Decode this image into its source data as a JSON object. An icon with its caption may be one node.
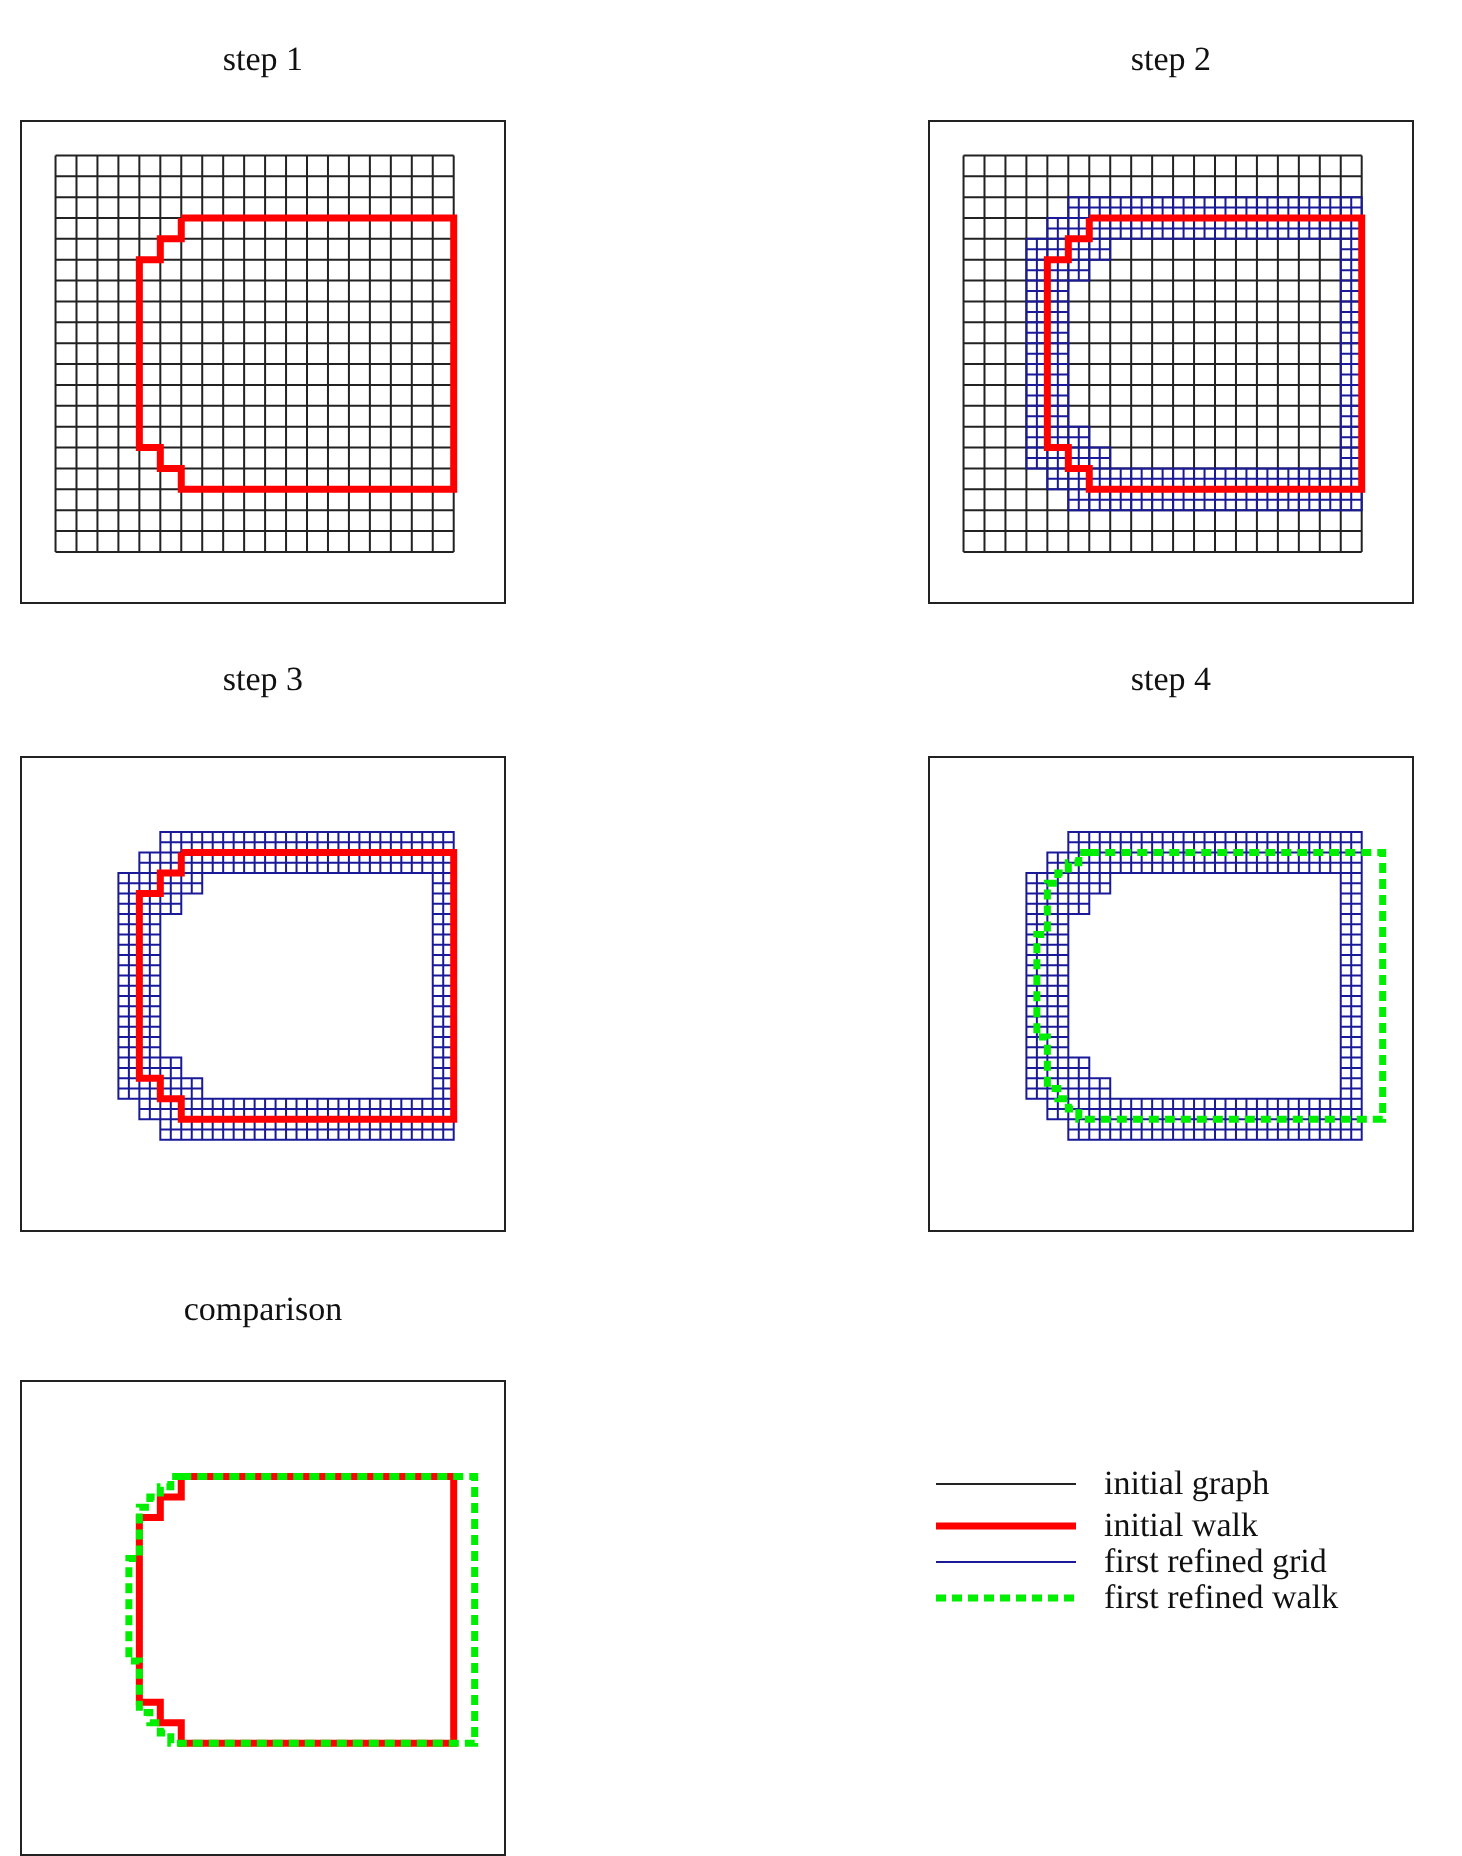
{
  "diagram": {
    "nodes": [
      {
        "text": [
          "step 1"
        ]
      },
      {
        "text": [
          "step 2"
        ]
      },
      {
        "text": [
          "step 3"
        ]
      },
      {
        "text": [
          "step 4"
        ]
      },
      {
        "text": [
          "comparison"
        ]
      }
    ],
    "legend": [
      {
        "text": "initial graph"
      },
      {
        "text": "initial walk"
      },
      {
        "text": "first refined grid"
      },
      {
        "text": "first refined walk"
      }
    ]
  }
}
